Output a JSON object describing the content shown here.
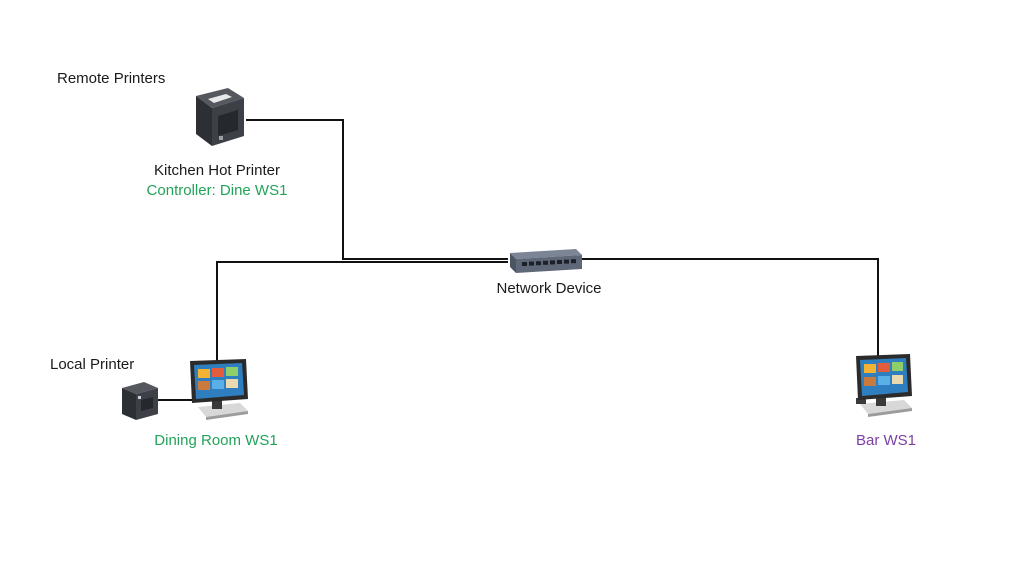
{
  "labels": {
    "remote_printers": "Remote Printers",
    "kitchen_printer": "Kitchen Hot Printer",
    "kitchen_controller": "Controller: Dine WS1",
    "network_device": "Network Device",
    "local_printer": "Local Printer",
    "dining_ws": "Dining Room WS1",
    "bar_ws": "Bar WS1"
  },
  "colors": {
    "line": "#111111",
    "green_text": "#22a35a",
    "purple_text": "#7b3fa6",
    "printer_body": "#3a3d42",
    "switch_body": "#5a6272",
    "terminal_frame": "#2b2b2b",
    "screen": "#2f7fc0"
  },
  "icons": {
    "kitchen_printer": "receipt-printer-icon",
    "network_device": "network-switch-icon",
    "local_printer": "receipt-printer-icon",
    "dining_terminal": "pos-terminal-icon",
    "bar_terminal": "pos-terminal-icon"
  }
}
